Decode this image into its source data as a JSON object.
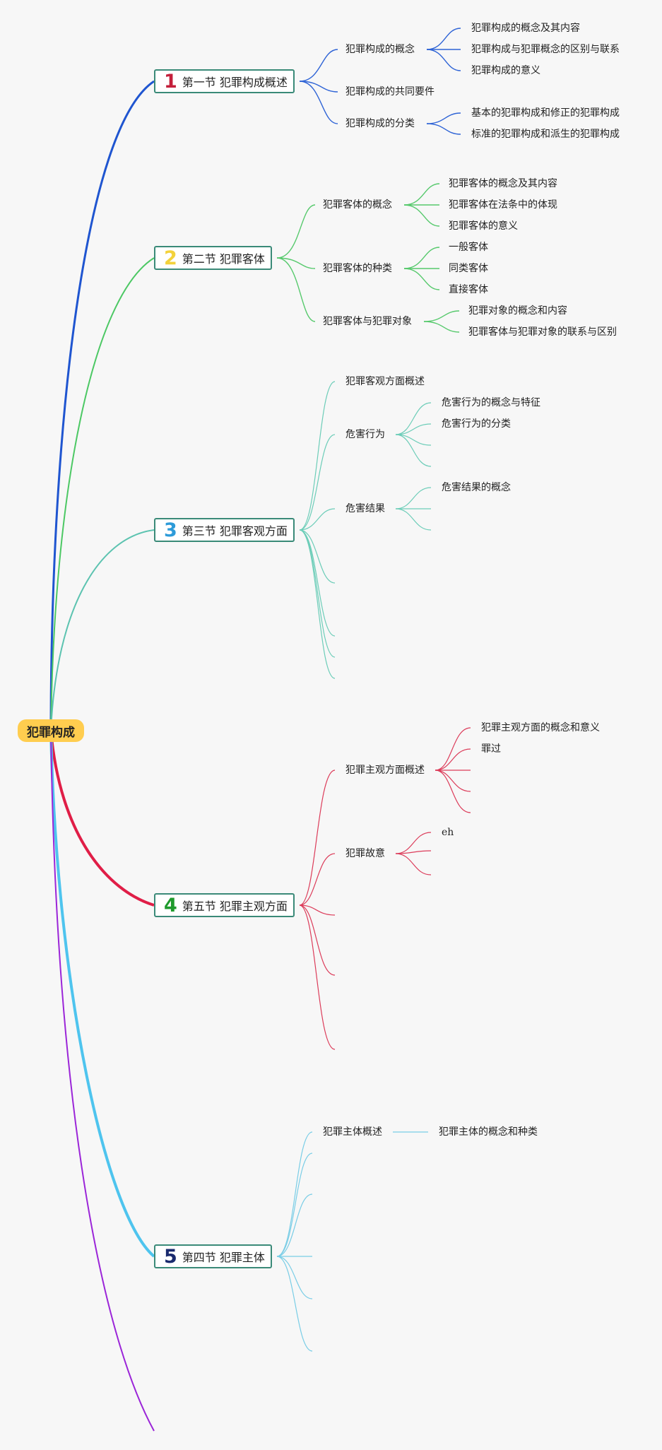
{
  "root": {
    "label": "犯罪构成"
  },
  "sections": [
    {
      "number": "1",
      "label": "第一节 犯罪构成概述",
      "color": "#c41f3b",
      "branch_color": "#1f55d0",
      "children": [
        {
          "label": "犯罪构成的概念",
          "children": [
            "犯罪构成的概念及其内容",
            "犯罪构成与犯罪概念的区别与联系",
            "犯罪构成的意义"
          ]
        },
        {
          "label": "犯罪构成的共同要件",
          "children": []
        },
        {
          "label": "犯罪构成的分类",
          "children": [
            "基本的犯罪构成和修正的犯罪构成",
            "标准的犯罪构成和派生的犯罪构成"
          ]
        }
      ]
    },
    {
      "number": "2",
      "label": "第二节 犯罪客体",
      "color": "#f3d23b",
      "branch_color": "#4cc864",
      "children": [
        {
          "label": "犯罪客体的概念",
          "children": [
            "犯罪客体的概念及其内容",
            "犯罪客体在法条中的体现",
            "犯罪客体的意义"
          ]
        },
        {
          "label": "犯罪客体的种类",
          "children": [
            "一般客体",
            "同类客体",
            "直接客体"
          ]
        },
        {
          "label": "犯罪客体与犯罪对象",
          "children": [
            "犯罪对象的概念和内容",
            "犯罪客体与犯罪对象的联系与区别"
          ]
        }
      ]
    },
    {
      "number": "3",
      "label": "第三节 犯罪客观方面",
      "color": "#2d9bd9",
      "branch_color": "#5cc3b0",
      "children": [
        {
          "label": "犯罪客观方面概述",
          "children": []
        },
        {
          "label": "危害行为",
          "children": [
            "危害行为的概念与特征",
            "危害行为的分类"
          ]
        },
        {
          "label": "危害结果",
          "children": [
            "危害结果的概念"
          ]
        }
      ]
    },
    {
      "number": "4",
      "label": "第五节 犯罪主观方面",
      "color": "#1f9a2c",
      "branch_color": "#e01e47",
      "children": [
        {
          "label": "犯罪主观方面概述",
          "children": [
            "犯罪主观方面的概念和意义",
            "罪过"
          ]
        },
        {
          "label": "犯罪故意",
          "children": [
            "eh"
          ]
        }
      ]
    },
    {
      "number": "5",
      "label": "第四节 犯罪主体",
      "color": "#1a2a6e",
      "branch_color": "#4ec4ee",
      "children": [
        {
          "label": "犯罪主体概述",
          "children": [
            "犯罪主体的概念和种类"
          ]
        }
      ]
    }
  ],
  "extra_branch_color": "#9b25d8"
}
